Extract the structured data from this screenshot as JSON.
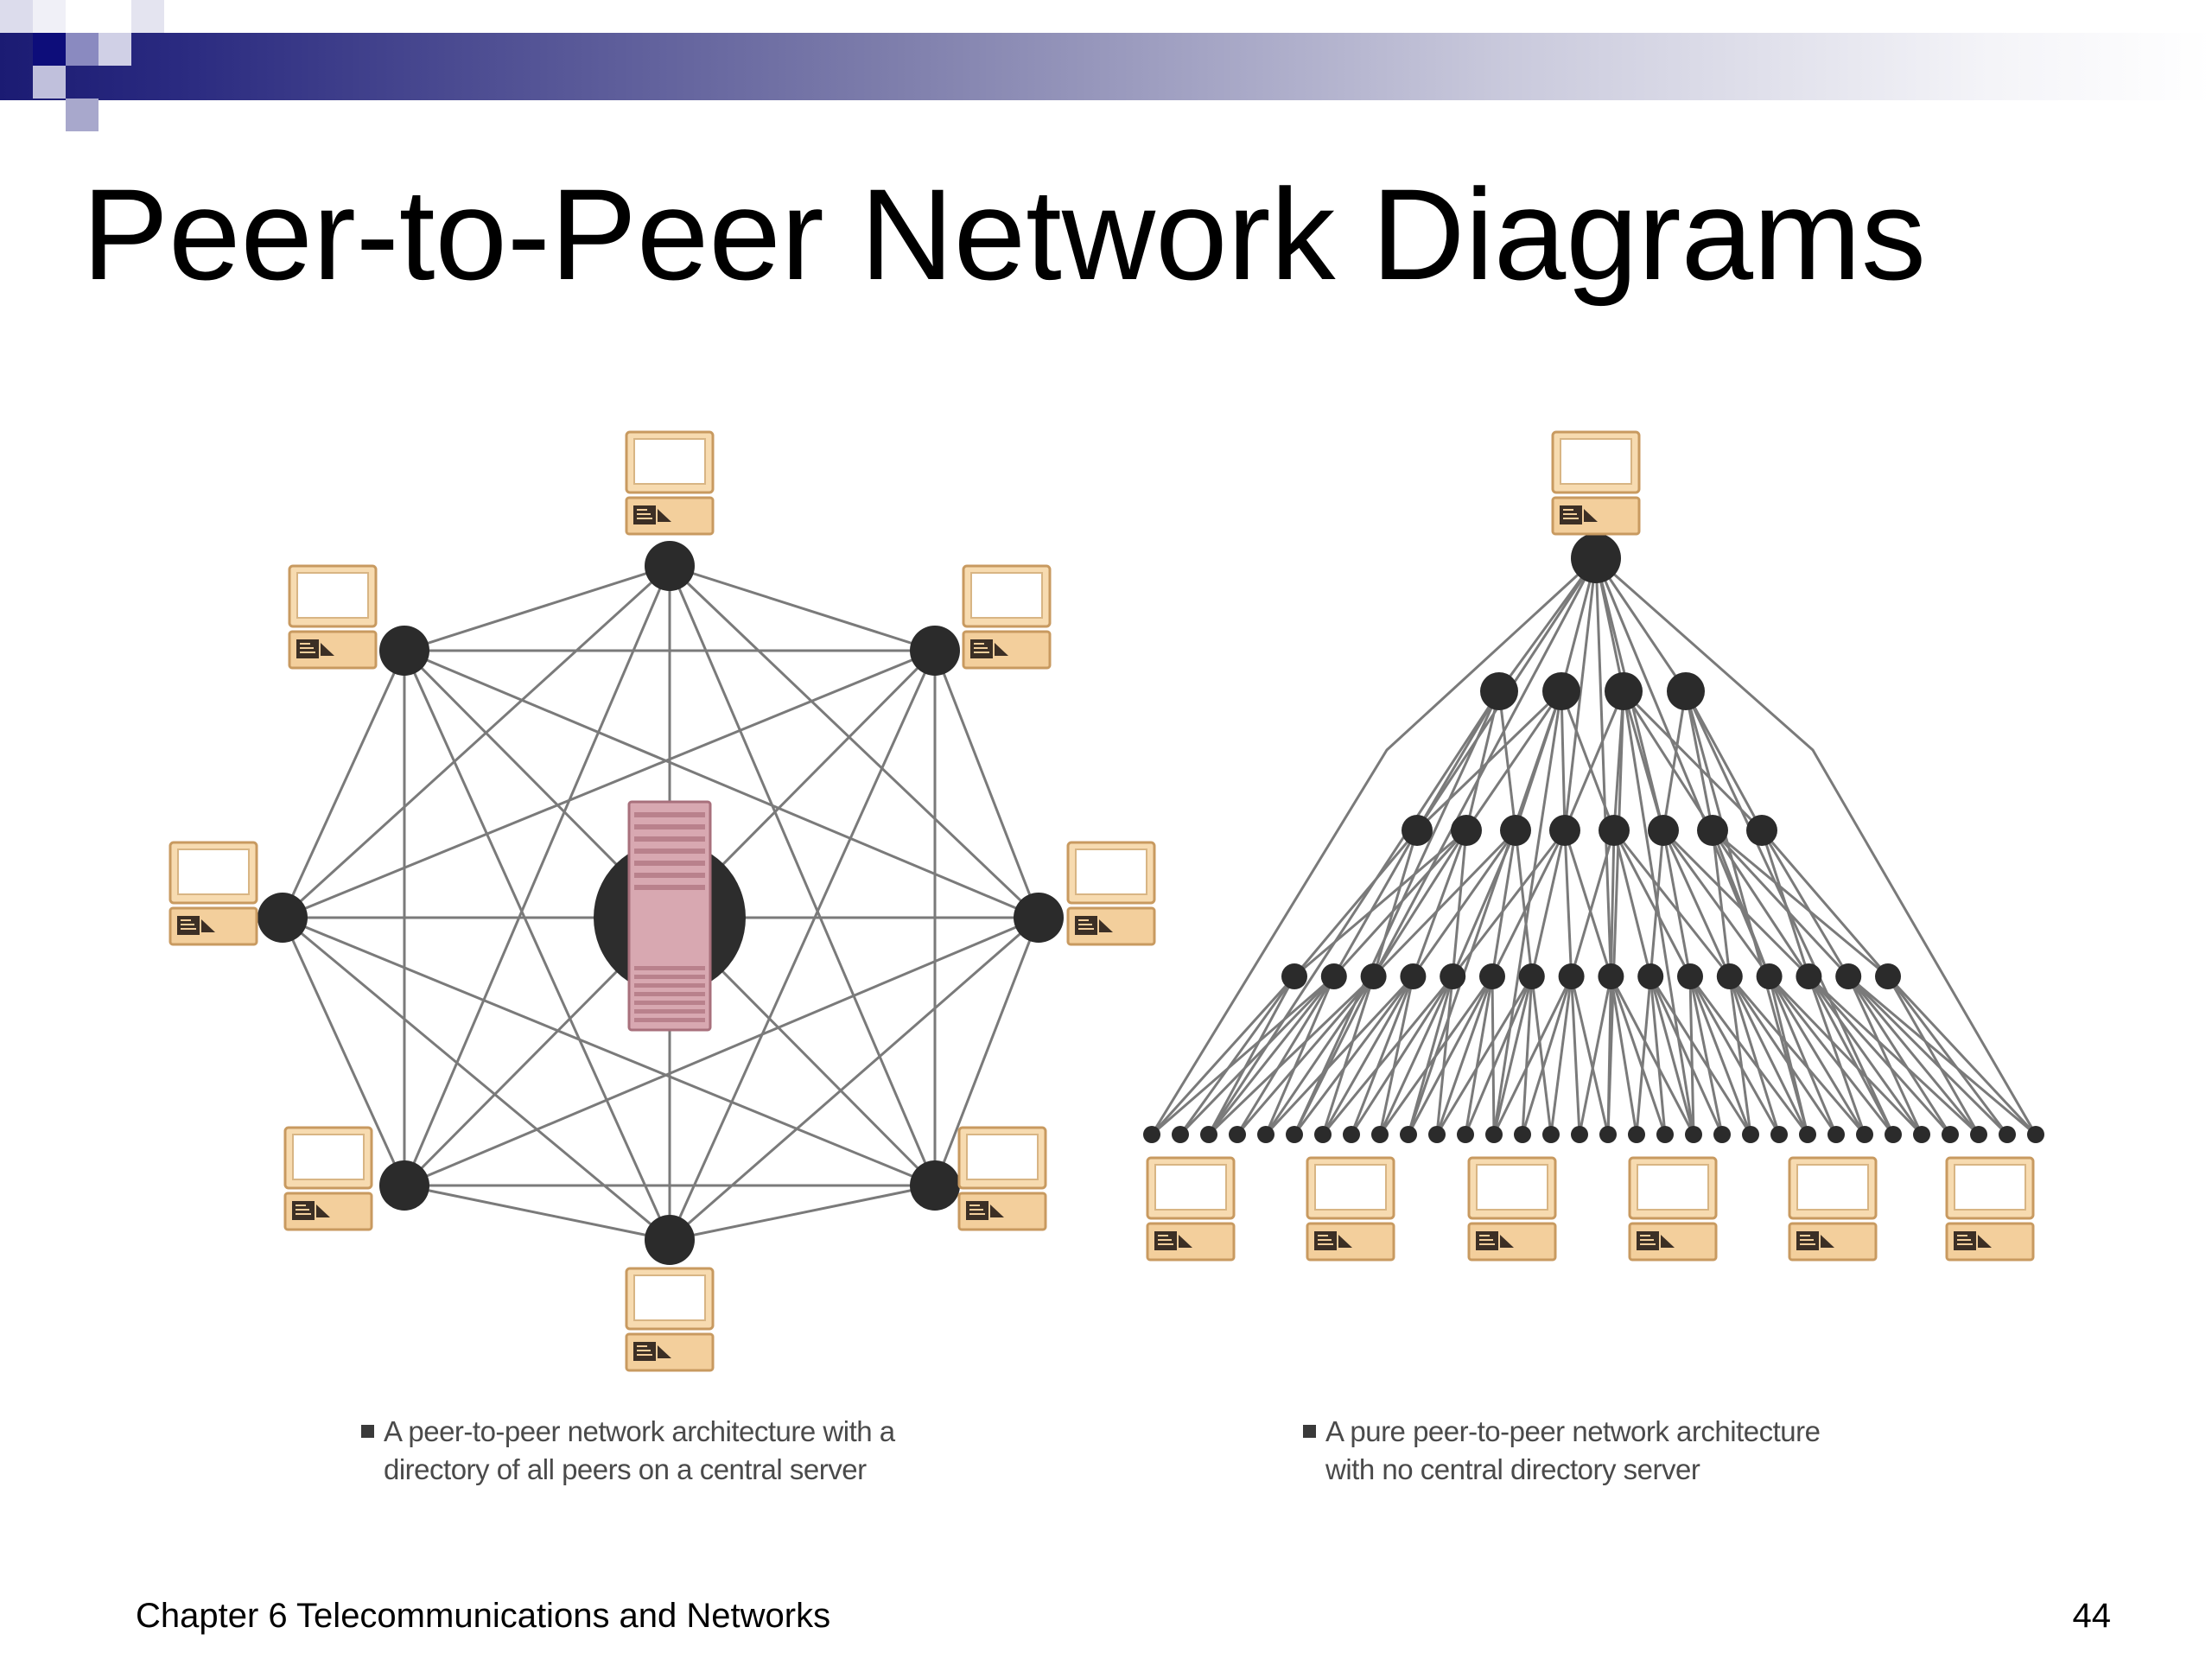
{
  "slide": {
    "title": "Peer-to-Peer Network Diagrams",
    "footer_text": "Chapter 6 Telecommunications and Networks",
    "page_number": "44"
  },
  "diagram_left": {
    "caption_line1": "A peer-to-peer network architecture with a",
    "caption_line2": "directory of all peers on a central server",
    "peer_count": 8,
    "has_central_server": true,
    "icon": "desktop-computer-icon",
    "server_icon": "server-tower-icon"
  },
  "diagram_right": {
    "caption_line1": "A pure peer-to-peer network architecture",
    "caption_line2": "with no central directory server",
    "layer_node_counts": [
      1,
      4,
      8,
      16,
      32
    ],
    "has_central_server": false,
    "icon": "desktop-computer-icon"
  },
  "colors": {
    "band_dark": "#1b1b73",
    "node": "#2b2b2b",
    "link": "#7a7a7a",
    "computer_fill": "#f6d6a6",
    "computer_border": "#cc9d63",
    "server_fill": "#d6a4ae"
  }
}
